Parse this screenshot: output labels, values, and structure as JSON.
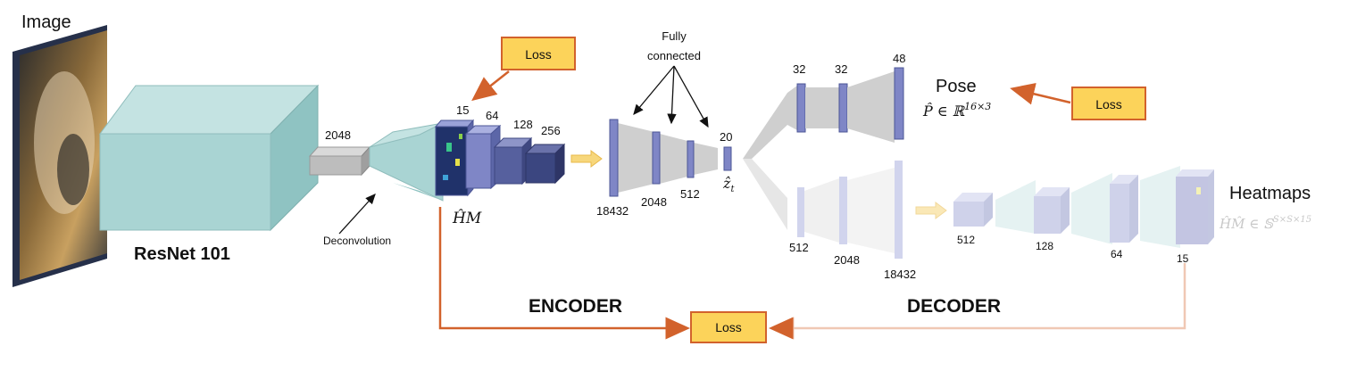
{
  "input": {
    "label": "Image"
  },
  "backbone": {
    "label": "ResNet 101",
    "out_channels": "2048"
  },
  "deconv": {
    "label": "Deconvolution"
  },
  "heatmap_stage": {
    "channels": [
      "15",
      "64",
      "128",
      "256"
    ],
    "symbol": "ĤM"
  },
  "fc": {
    "label_line1": "Fully",
    "label_line2": "connected",
    "sizes": [
      "18432",
      "2048",
      "512"
    ]
  },
  "latent": {
    "size": "20",
    "symbol": "ẑ",
    "symbol_sub": "t"
  },
  "pose_branch": {
    "sizes": [
      "32",
      "32",
      "48"
    ],
    "title": "Pose",
    "formula_main": "P̂ ∈ ℝ",
    "formula_sup": "16×3"
  },
  "heatmap_decoder": {
    "fc_sizes": [
      "512",
      "2048",
      "18432"
    ],
    "conv_sizes": [
      "512",
      "128",
      "64",
      "15"
    ],
    "title": "Heatmaps",
    "formula_main": "ĤM̂ ∈ 𝕊",
    "formula_sup": "S×S×15"
  },
  "sections": {
    "encoder": "ENCODER",
    "decoder": "DECODER"
  },
  "loss_label": "Loss",
  "colors": {
    "teal_face": "#a9d4d3",
    "teal_side": "#8fc3c2",
    "blue_face": "#7f86c6",
    "blue_dark": "#4b5596",
    "grey": "#c9c9c9",
    "loss_fill": "#fcd35a",
    "loss_border": "#d2622c",
    "arrow_red": "#d2622c"
  }
}
